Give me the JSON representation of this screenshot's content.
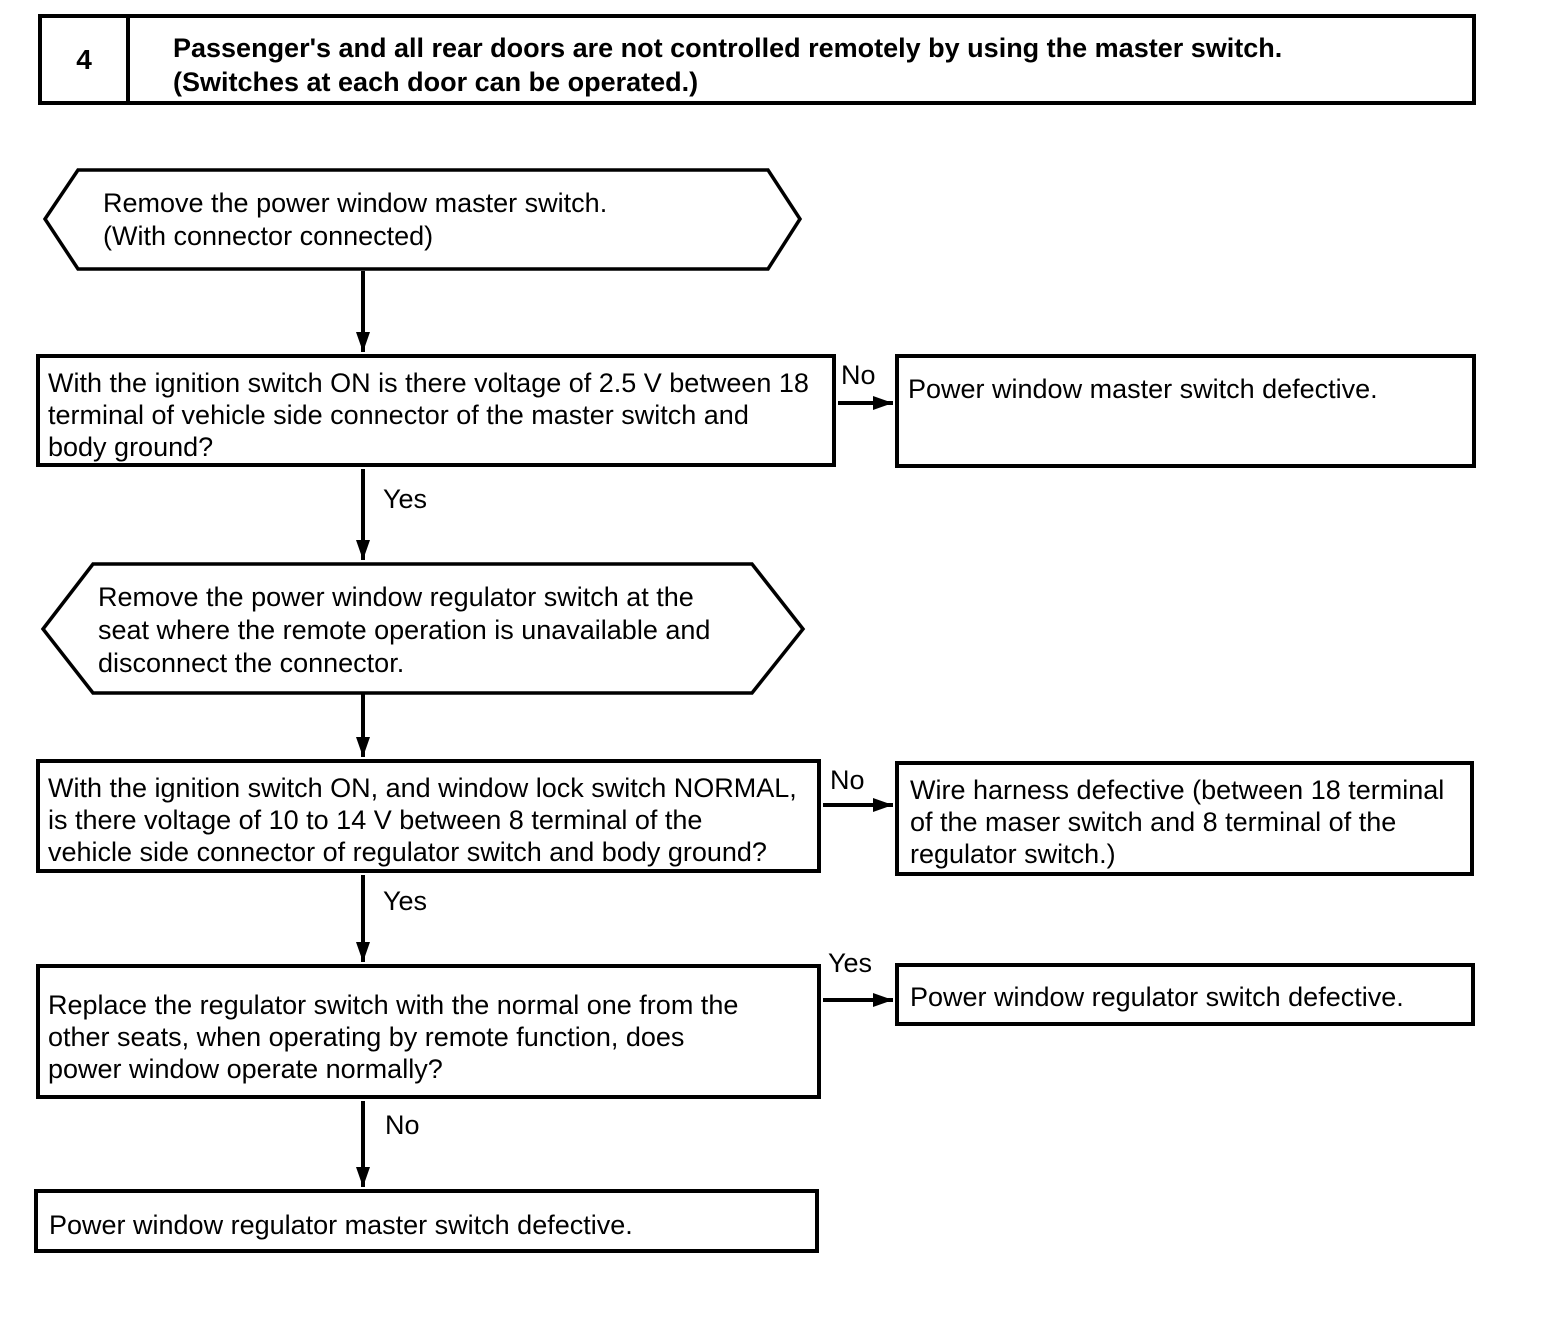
{
  "header": {
    "number": "4",
    "title": "Passenger's and all rear doors are not controlled remotely by using the master switch.\n(Switches at each door can be operated.)"
  },
  "flow": {
    "step1": {
      "text": "Remove the power window master switch.\n(With connector connected)"
    },
    "decision1": {
      "text": "With the ignition switch ON is there voltage of 2.5 V between 18\nterminal of vehicle side connector of the master switch and\nbody ground?"
    },
    "result1": {
      "text": "Power window master switch defective."
    },
    "step2": {
      "text": "Remove the power window regulator switch at the\nseat where the remote operation is unavailable and\ndisconnect the connector."
    },
    "decision2": {
      "text": "With the ignition switch ON, and window lock switch NORMAL,\nis there voltage of 10 to 14 V between 8 terminal of the\nvehicle side connector of regulator switch and body ground?"
    },
    "result2": {
      "text": "Wire harness defective (between 18 terminal\nof the maser switch and 8 terminal of the\nregulator switch.)"
    },
    "decision3": {
      "text": "Replace the regulator switch with the normal one from the\nother seats, when operating by remote function, does\npower window operate normally?"
    },
    "result3": {
      "text": "Power window regulator switch defective."
    },
    "result4": {
      "text": "Power window regulator master switch defective."
    }
  },
  "labels": {
    "yes1": "Yes",
    "no1": "No",
    "yes2": "Yes",
    "no2": "No",
    "yes3": "Yes",
    "no3": "No"
  },
  "colors": {
    "line": "#000000",
    "background": "#ffffff"
  }
}
